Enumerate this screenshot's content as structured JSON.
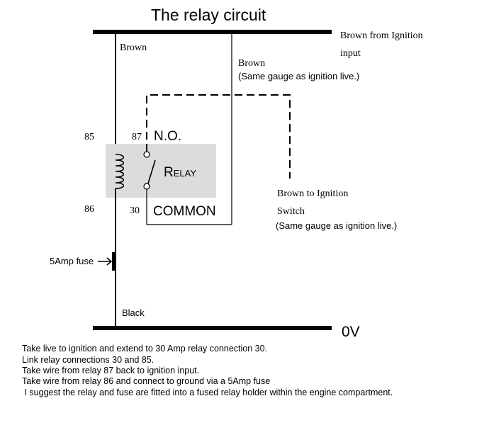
{
  "title": "The relay circuit",
  "labels": {
    "brown_left": "Brown",
    "brown_from_ignition_line1": "Brown from Ignition",
    "brown_from_ignition_line2": "input",
    "brown_right": "Brown",
    "same_gauge_1": "(Same gauge as ignition live.)",
    "pin_85": "85",
    "pin_87": "87",
    "no": "N.O.",
    "relay": "Relay",
    "pin_86": "86",
    "pin_30": "30",
    "common": "COMMON",
    "brown_to_ignition_line1": "Brown to Ignition",
    "brown_to_ignition_line2": "Switch",
    "same_gauge_2": "(Same gauge as ignition live.)",
    "fuse": "5Amp fuse",
    "black": "Black",
    "zero_v": "0V"
  },
  "notes": [
    "Take live to ignition and extend to 30 Amp relay connection 30.",
    "Link relay connections 30 and 85.",
    "Take wire from relay 87 back to ignition input.",
    "Take wire from relay 86 and connect to ground via a 5Amp fuse",
    " I suggest the relay and fuse are fitted into a fused relay holder within the engine compartment."
  ]
}
